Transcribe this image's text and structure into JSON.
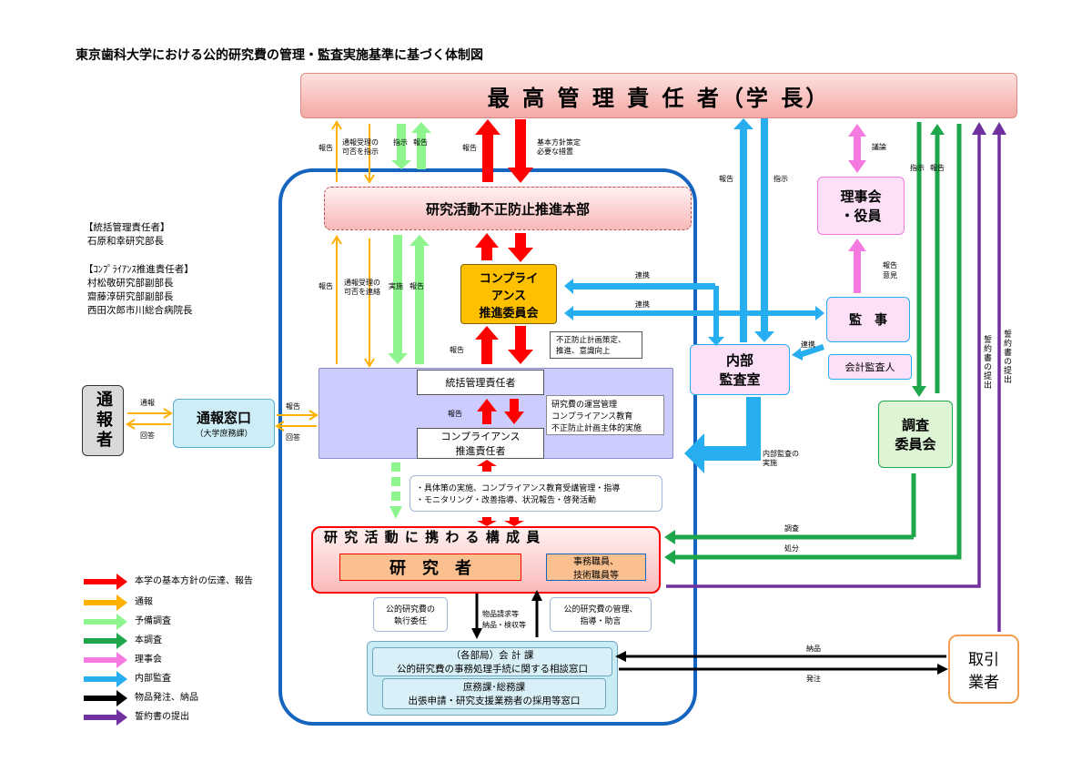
{
  "title": "東京歯科大学における公的研究費の管理・監査実施基準に基づく体制図",
  "top_admin": "最 高 管 理 責 任 者（学 長）",
  "honbu": "研究活動不正防止推進本部",
  "compliance_committee": [
    "コンプライ",
    "アンス",
    "推進委員会"
  ],
  "fusei_note": [
    "不正防止計画策定、",
    "推進、意識向上"
  ],
  "tokatsu": "統括管理責任者",
  "compliance_person": [
    "コンプライアンス",
    "推進責任者"
  ],
  "unei_note": [
    "研究費の運営管理",
    "コンプライアンス教育",
    "不正防止計画主体的実施"
  ],
  "gutai_note": [
    "・具体策の実施、コンプライアンス教育受講管理・指導",
    "・モニタリング・改善指導、状況報告・啓発活動"
  ],
  "members_title": "研 究 活 動 に 携 わ る 構 成 員",
  "researcher": "研　究　者",
  "staff": [
    "事務職員、",
    "技術職員等"
  ],
  "shikko_note": [
    "公的研究費の",
    "執行委任"
  ],
  "kanri_note": [
    "公的研究費の管理、",
    "指導・助言"
  ],
  "kaikei_title": "（各部局）会 計 課",
  "kaikei_sub": "公的研究費の事務処理手続に関する相談窓口",
  "shomu_title": "庶務課･総務課",
  "shomu_sub": "出張申請・研究支援業務者の採用等窓口",
  "informant": "通報者",
  "madoguchi": "通報窓口",
  "madoguchi_sub": "（大学庶務課）",
  "rijikai": [
    "理事会",
    "・役員"
  ],
  "kanji": "監　事",
  "kaikei_kansanin": "会計監査人",
  "naibu": [
    "内部",
    "監査室"
  ],
  "chosa": [
    "調査",
    "委員会"
  ],
  "torihiki": [
    "取引",
    "業者"
  ],
  "side_info": {
    "tokatsu_label": "【統括管理責任者】",
    "tokatsu_name": "石原和幸研究部長",
    "comp_label": "【ｺﾝﾌﾟﾗｲｱﾝｽ推進責任者】",
    "comp_names": [
      "村松敬研究部副部長",
      "齋藤淳研究部副部長",
      "西田次郎市川総合病院長"
    ]
  },
  "labels": {
    "hokoku": "報告",
    "tsuho_juri_shiji": [
      "通報受理の",
      "可否を指示"
    ],
    "shiji": "指示",
    "kihon_hoshin": [
      "基本方針策定",
      "必要な措置"
    ],
    "tsuho_juri_renraku": [
      "通報受理の",
      "可否を連絡"
    ],
    "jisshi": "実施",
    "renkei": "連携",
    "giron": "議論",
    "hokoku_iken": [
      "報告",
      "意見"
    ],
    "tsuho": "通報",
    "kaito": "回答",
    "naibu_kansa_jisshi": [
      "内部監査の",
      "実施"
    ],
    "chosa": "調査",
    "shobun": "処分",
    "buppin_req": [
      "物品請求等",
      "納品・検収等"
    ],
    "nohin": "納品",
    "hatchu": "発注",
    "seiyakusho": "誓約書の提出"
  },
  "legend": [
    {
      "label": "本学の基本方針の伝達、報告",
      "color": "#ff0000"
    },
    {
      "label": "通報",
      "color": "#ffb000"
    },
    {
      "label": "予備調査",
      "color": "#8ef58e"
    },
    {
      "label": "本調査",
      "color": "#1fa64a"
    },
    {
      "label": "理事会",
      "color": "#f57ae0"
    },
    {
      "label": "内部監査",
      "color": "#27aef0"
    },
    {
      "label": "物品発注、納品",
      "color": "#000000"
    },
    {
      "label": "誓約書の提出",
      "color": "#7030a0"
    }
  ]
}
